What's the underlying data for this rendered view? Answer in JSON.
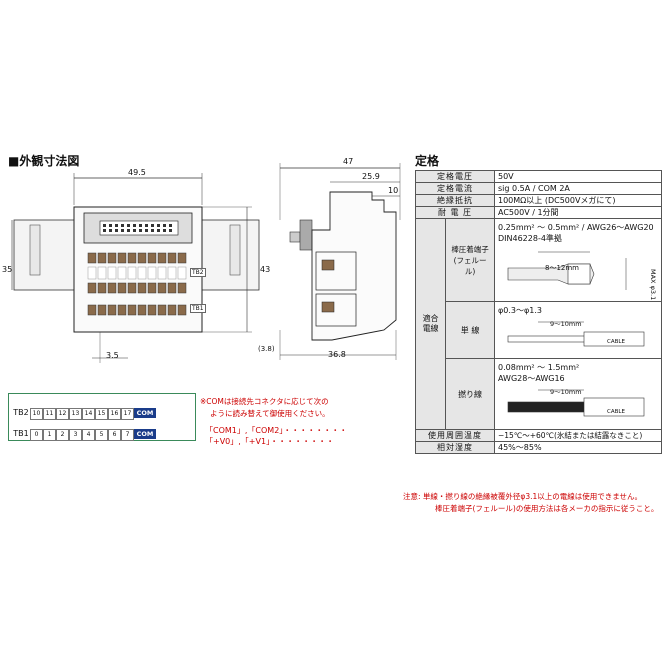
{
  "left_title": "■外観寸法図",
  "right_title": "定格",
  "dims": {
    "w49_5": "49.5",
    "w47": "47",
    "w25_9": "25.9",
    "w10": "10",
    "h35": "35",
    "h43": "43",
    "w3_5": "3.5",
    "h3_8": "(3.8)",
    "w36_8": "36.8",
    "tb2": "TB2",
    "tb1": "TB1"
  },
  "spec": {
    "rows": [
      {
        "label": "定格電圧",
        "value": "50V"
      },
      {
        "label": "定格電流",
        "value": "sig 0.5A / COM 2A"
      },
      {
        "label": "絶縁抵抗",
        "value": "100MΩ以上 (DC500Vメガにて)"
      },
      {
        "label": "耐 電 圧",
        "value": "AC500V / 1分間"
      }
    ],
    "wire_group": "適合電線",
    "ferrule": {
      "label": "棒圧着端子(フェルール)",
      "line1": "0.25mm² ～ 0.5mm² / AWG26～AWG20",
      "line2": "DIN46228-4準拠",
      "dim": "8～12mm",
      "max": "MAX φ3.1"
    },
    "single": {
      "label": "単 線",
      "line1": "φ0.3～φ1.3",
      "dim": "9～10mm",
      "cable": "CABLE"
    },
    "stranded": {
      "label": "撚り線",
      "line1": "0.08mm² ～ 1.5mm²",
      "line2": "AWG28～AWG16",
      "dim": "9～10mm",
      "cable": "CABLE"
    },
    "temp": {
      "label": "使用周囲温度",
      "value": "−15℃～+60℃(氷結または結露なきこと)"
    },
    "humidity": {
      "label": "相対湿度",
      "value": "45%～85%"
    }
  },
  "notes": {
    "n1": "注意: 単線・撚り線の絶縁被覆外径φ3.1以上の電線は使用できません。",
    "n2": "棒圧着端子(フェルール)の使用方法は各メーカの指示に従うこと。"
  },
  "terminal": {
    "tb2_label": "TB2",
    "tb1_label": "TB1",
    "tb2": [
      "10",
      "11",
      "12",
      "13",
      "14",
      "15",
      "16",
      "17"
    ],
    "tb1": [
      "0",
      "1",
      "2",
      "3",
      "4",
      "5",
      "6",
      "7"
    ],
    "com": "COM",
    "note1": "※COMは接続先コネクタに応じて次の",
    "note2": "ように読み替えて御使用ください。",
    "note3": "「COM1」,「COM2」・・・・・・・・",
    "note4": "「+V0」,「+V1」・・・・・・・・"
  }
}
